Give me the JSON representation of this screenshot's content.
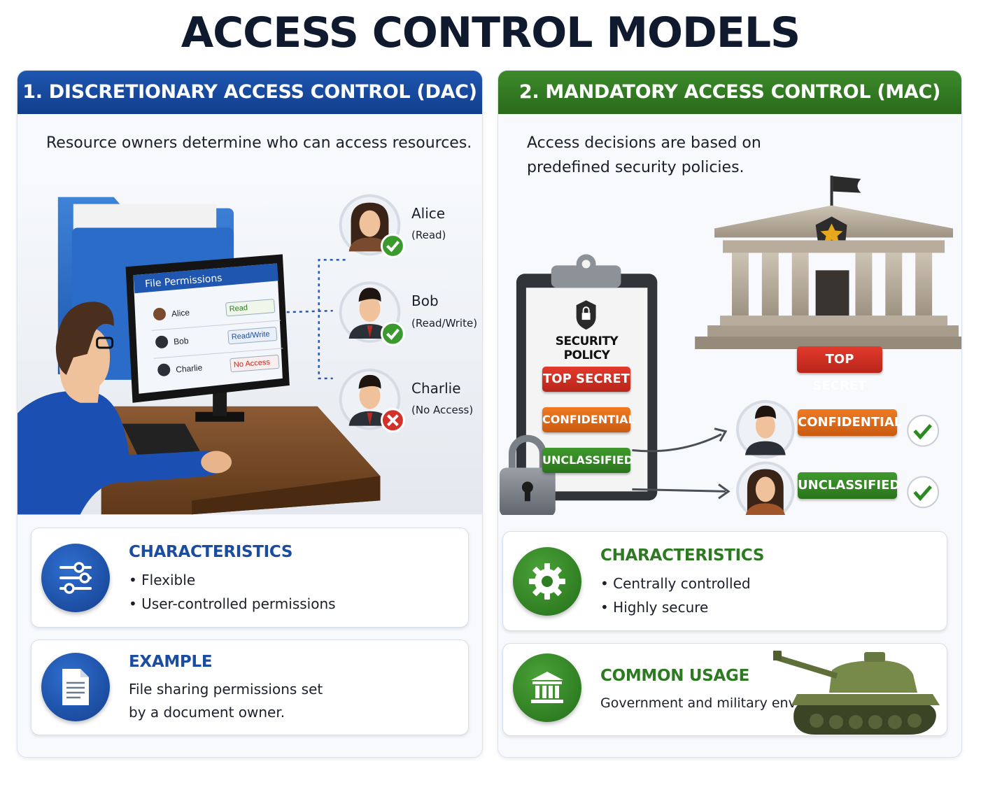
{
  "title": "ACCESS CONTROL MODELS",
  "dac": {
    "header": "1. DISCRETIONARY ACCESS CONTROL (DAC)",
    "description": "Resource owners determine who can access resources.",
    "window_title": "File Permissions",
    "rows": [
      {
        "name": "Alice",
        "perm": "Read"
      },
      {
        "name": "Bob",
        "perm": "Read/Write"
      },
      {
        "name": "Charlie",
        "perm": "No Access"
      }
    ],
    "users": [
      {
        "name": "Alice",
        "perm": "(Read)",
        "granted": true
      },
      {
        "name": "Bob",
        "perm": "(Read/Write)",
        "granted": true
      },
      {
        "name": "Charlie",
        "perm": "(No Access)",
        "granted": false
      }
    ],
    "characteristics": {
      "title": "CHARACTERISTICS",
      "items": [
        "• Flexible",
        "• User-controlled permissions"
      ]
    },
    "example": {
      "title": "EXAMPLE",
      "line1": "File sharing permissions set",
      "line2": "by a document owner."
    },
    "colors": {
      "accent": "#1a4da0"
    }
  },
  "mac": {
    "header": "2. MANDATORY ACCESS CONTROL (MAC)",
    "description_line1": "Access decisions are based on",
    "description_line2": "predefined security policies.",
    "policy_title": "SECURITY POLICY",
    "levels": [
      "TOP SECRET",
      "CONFIDENTIAL",
      "UNCLASSIFIED"
    ],
    "characteristics": {
      "title": "CHARACTERISTICS",
      "items": [
        "• Centrally controlled",
        "• Highly secure"
      ]
    },
    "usage": {
      "title": "COMMON USAGE",
      "text": "Government and military environments"
    },
    "colors": {
      "accent": "#2d7a22",
      "top_secret": "#d0302a",
      "confidential": "#e06a18",
      "unclassified": "#358a24"
    }
  }
}
